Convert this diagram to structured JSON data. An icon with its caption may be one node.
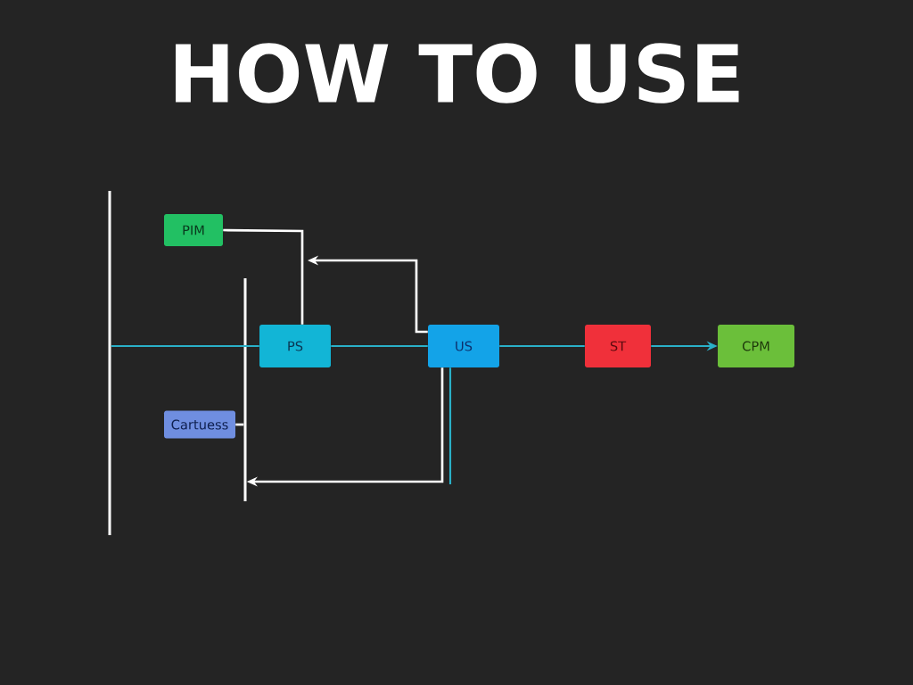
{
  "diagram": {
    "title": "HOW TO USE",
    "nodes": [
      {
        "text": [
          "PIM"
        ]
      },
      {
        "text": [
          "PS"
        ]
      },
      {
        "text": [
          "US"
        ]
      },
      {
        "text": [
          "ST"
        ]
      },
      {
        "text": [
          "CPM"
        ]
      },
      {
        "text": [
          "Cartuess"
        ]
      },
      {
        "text": [],
        "shape": "bar"
      },
      {
        "text": [],
        "shape": "bar"
      }
    ],
    "edges": [
      {
        "from": 0,
        "to": 1,
        "arrow": "none",
        "color": "#ffffff"
      },
      {
        "from": 2,
        "to": null,
        "arrow": "to",
        "color": "#ffffff"
      },
      {
        "from": 6,
        "to": 1,
        "arrow": "none"
      },
      {
        "from": 1,
        "to": 2,
        "arrow": "none"
      },
      {
        "from": 2,
        "to": 3,
        "arrow": "none"
      },
      {
        "from": 3,
        "to": 4,
        "arrow": "to"
      },
      {
        "from": 2,
        "to": null,
        "arrow": "none"
      },
      {
        "from": 2,
        "to": 7,
        "arrow": "to",
        "color": "#ffffff"
      },
      {
        "from": 5,
        "to": 7,
        "arrow": "none",
        "color": "#ffffff"
      }
    ]
  }
}
